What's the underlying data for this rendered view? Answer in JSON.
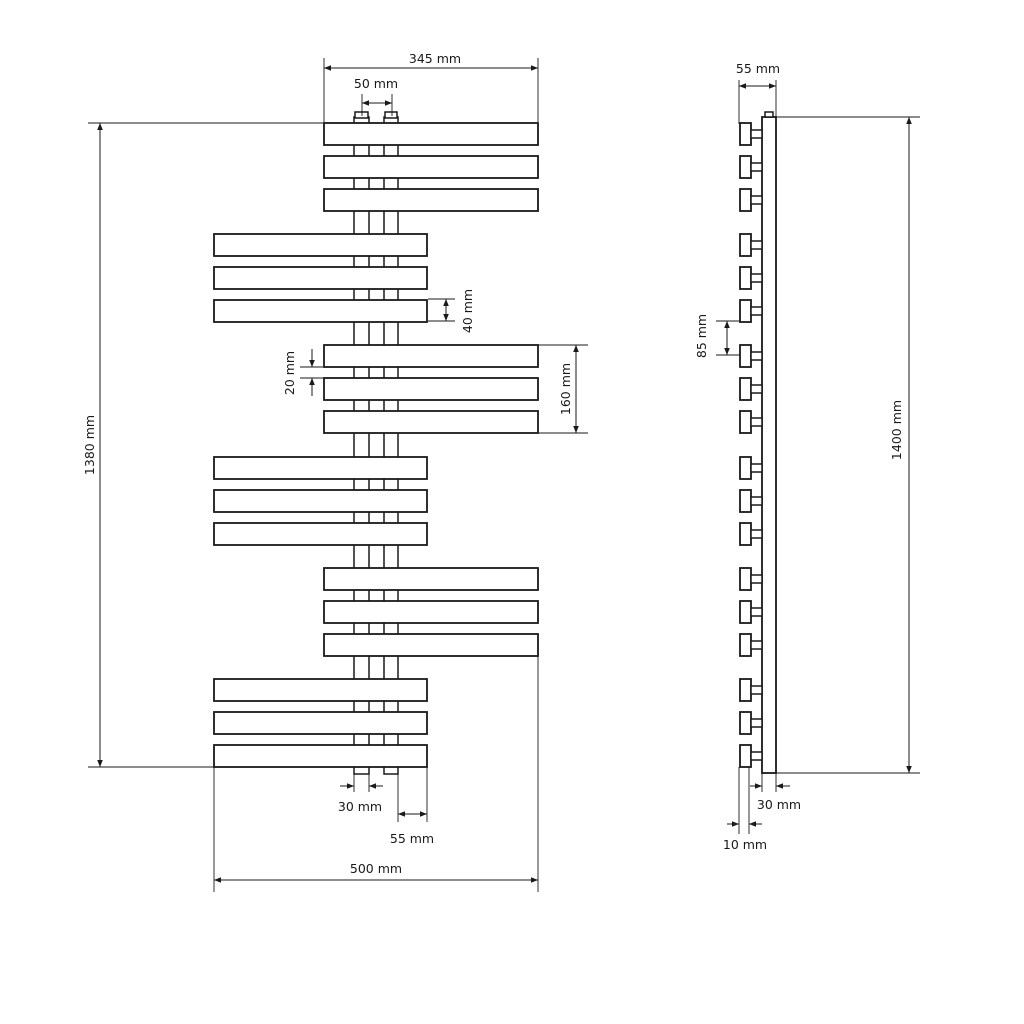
{
  "front_view": {
    "dims": {
      "top_width": "345 mm",
      "pipe_spacing": "50 mm",
      "bar_gap": "40 mm",
      "bar_height": "20 mm",
      "group_height": "160 mm",
      "total_height": "1380 mm",
      "pipe_width": "30 mm",
      "offset": "55 mm",
      "total_width": "500 mm"
    }
  },
  "side_view": {
    "dims": {
      "depth": "55 mm",
      "bar_pitch": "85 mm",
      "total_height": "1400 mm",
      "back_width": "30 mm",
      "wall_gap": "10 mm"
    }
  }
}
